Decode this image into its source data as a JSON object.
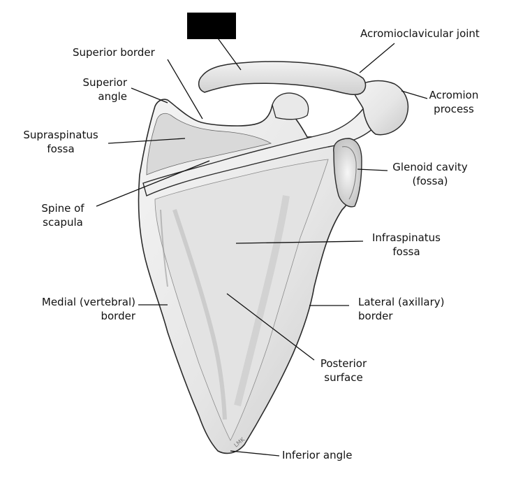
{
  "labels": {
    "acromioclavicular_joint": "Acromioclavicular joint",
    "superior_border": "Superior border",
    "superior_angle_1": "Superior",
    "superior_angle_2": "angle",
    "acromion_1": "Acromion",
    "acromion_2": "process",
    "supraspinatus_1": "Supraspinatus",
    "supraspinatus_2": "fossa",
    "glenoid_1": "Glenoid cavity",
    "glenoid_2": "(fossa)",
    "spine_1": "Spine of",
    "spine_2": "scapula",
    "infraspinatus_1": "Infraspinatus",
    "infraspinatus_2": "fossa",
    "medial_1": "Medial (vertebral)",
    "medial_2": "border",
    "lateral_1": "Lateral (axillary)",
    "lateral_2": "border",
    "posterior_1": "Posterior",
    "posterior_2": "surface",
    "inferior_angle": "Inferior angle",
    "signature": "LMK"
  },
  "colors": {
    "bone_fill": "#ececec",
    "bone_shadow": "#cfcfcf",
    "bone_dark": "#a9a9a9",
    "outline": "#2a2a2a",
    "leader": "#111111",
    "redaction": "#000000"
  }
}
